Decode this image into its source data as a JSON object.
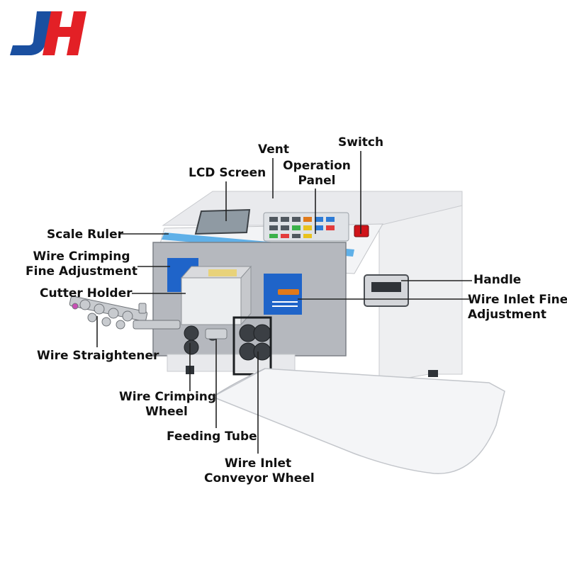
{
  "brand": {
    "logo_letters": "JH",
    "colors": {
      "red": "#e32026",
      "blue": "#1a4fa0"
    }
  },
  "colors": {
    "machine_body": "#f1f2f4",
    "front_plate": "#b9bcc2",
    "panel_blue": "#1f64c9",
    "lcd": "#9aa5ae",
    "tray": "#f4f5f7",
    "leader_line": "#222222"
  },
  "labels": {
    "vent": "Vent",
    "switch": "Switch",
    "lcd_screen": "LCD Screen",
    "operation_panel": [
      "Operation",
      "Panel"
    ],
    "scale_ruler": "Scale Ruler",
    "wire_crimping_fine_adjustment": [
      "Wire Crimping",
      "Fine Adjustment"
    ],
    "cutter_holder": "Cutter Holder",
    "wire_straightener": "Wire Straightener",
    "handle": "Handle",
    "wire_inlet_fine_adjustment": [
      "Wire Inlet Fine",
      "Adjustment"
    ],
    "wire_crimping_wheel": [
      "Wire Crimping",
      "Wheel"
    ],
    "feeding_tube": "Feeding Tube",
    "wire_inlet_conveyor_wheel": [
      "Wire Inlet",
      "Conveyor Wheel"
    ]
  }
}
